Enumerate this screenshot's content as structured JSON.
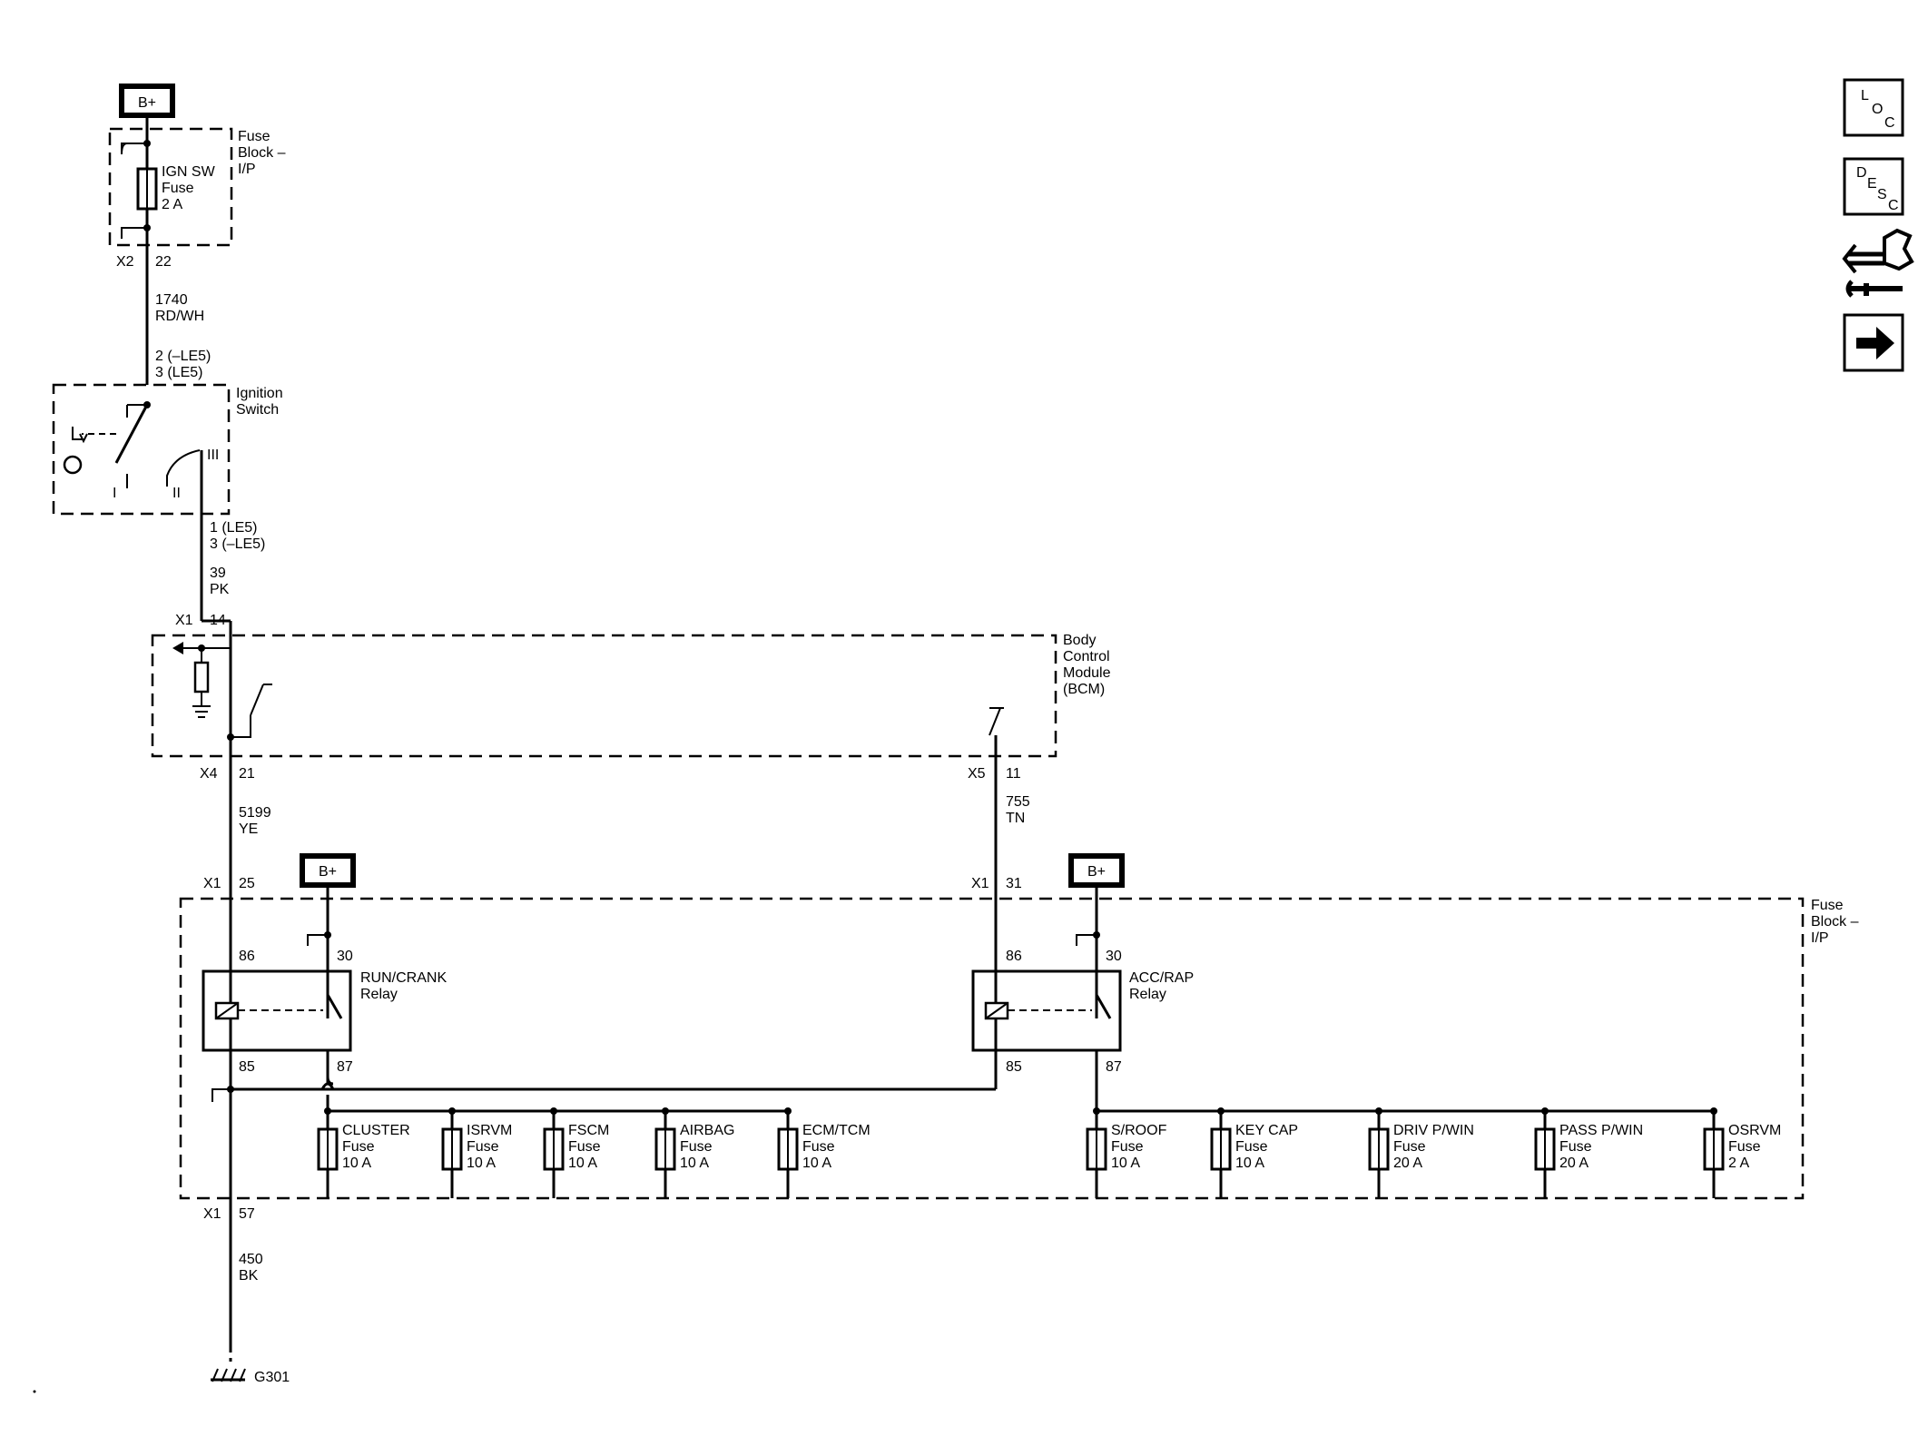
{
  "power_labels": [
    "B+",
    "B+",
    "B+"
  ],
  "fuse_block_label": "Fuse\nBlock –\nI/P",
  "ign_fuse": {
    "name": "IGN SW",
    "kind": "Fuse",
    "rating": "2 A"
  },
  "ign_fuse_pins": {
    "conn": "X2",
    "pin": "22"
  },
  "wire_1740": {
    "circuit": "1740",
    "color": "RD/WH"
  },
  "ign_switch_pins_in": [
    "2 (–LE5)",
    "3 (LE5)"
  ],
  "ign_switch": {
    "label": "Ignition\nSwitch",
    "positions": [
      "I",
      "II",
      "III"
    ]
  },
  "ign_switch_pins_out": [
    "1 (LE5)",
    "3 (–LE5)"
  ],
  "wire_39": {
    "circuit": "39",
    "color": "PK"
  },
  "bcm_in": {
    "conn": "X1",
    "pin": "14"
  },
  "bcm_label": "Body\nControl\nModule\n(BCM)",
  "bcm_out_left": {
    "conn": "X4",
    "pin": "21"
  },
  "bcm_out_right": {
    "conn": "X5",
    "pin": "11"
  },
  "wire_5199": {
    "circuit": "5199",
    "color": "YE"
  },
  "wire_755": {
    "circuit": "755",
    "color": "TN"
  },
  "fb_in_left": {
    "conn": "X1",
    "pin": "25"
  },
  "fb_in_right": {
    "conn": "X1",
    "pin": "31"
  },
  "relays": [
    {
      "name": "RUN/CRANK",
      "kind": "Relay",
      "pins": [
        "86",
        "30",
        "85",
        "87"
      ]
    },
    {
      "name": "ACC/RAP",
      "kind": "Relay",
      "pins": [
        "86",
        "30",
        "85",
        "87"
      ]
    }
  ],
  "fuses_left": [
    {
      "name": "CLUSTER",
      "kind": "Fuse",
      "rating": "10 A"
    },
    {
      "name": "ISRVM",
      "kind": "Fuse",
      "rating": "10 A"
    },
    {
      "name": "FSCM",
      "kind": "Fuse",
      "rating": "10 A"
    },
    {
      "name": "AIRBAG",
      "kind": "Fuse",
      "rating": "10 A"
    },
    {
      "name": "ECM/TCM",
      "kind": "Fuse",
      "rating": "10 A"
    }
  ],
  "fuses_right": [
    {
      "name": "S/ROOF",
      "kind": "Fuse",
      "rating": "10 A"
    },
    {
      "name": "KEY CAP",
      "kind": "Fuse",
      "rating": "10 A"
    },
    {
      "name": "DRIV P/WIN",
      "kind": "Fuse",
      "rating": "20 A"
    },
    {
      "name": "PASS P/WIN",
      "kind": "Fuse",
      "rating": "20 A"
    },
    {
      "name": "OSRVM",
      "kind": "Fuse",
      "rating": "2 A"
    }
  ],
  "fb_out": {
    "conn": "X1",
    "pin": "57"
  },
  "wire_450": {
    "circuit": "450",
    "color": "BK"
  },
  "ground": "G301",
  "side_buttons": [
    {
      "icon": "loc-icon",
      "letters": [
        "L",
        "O",
        "C"
      ]
    },
    {
      "icon": "desc-icon",
      "letters": [
        "D",
        "E",
        "S",
        "C"
      ]
    },
    {
      "icon": "connector-icon"
    },
    {
      "icon": "arrow-right-icon"
    }
  ]
}
